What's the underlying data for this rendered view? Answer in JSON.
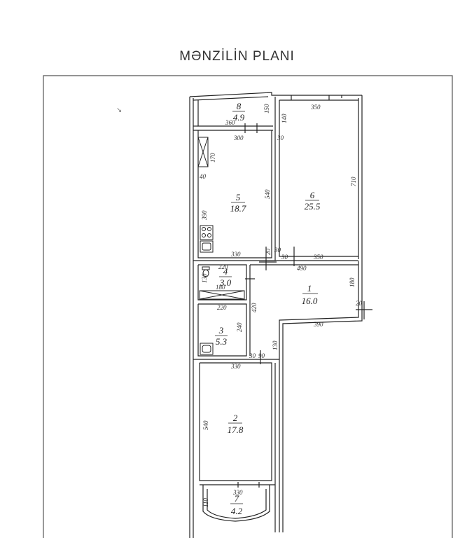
{
  "title": "MƏNZİLİN PLANI",
  "rooms": [
    {
      "number": "8",
      "area": "4.9"
    },
    {
      "number": "5",
      "area": "18.7"
    },
    {
      "number": "6",
      "area": "25.5"
    },
    {
      "number": "4",
      "area": "3.0"
    },
    {
      "number": "1",
      "area": "16.0"
    },
    {
      "number": "3",
      "area": "5.3"
    },
    {
      "number": "2",
      "area": "17.8"
    },
    {
      "number": "7",
      "area": "4.2"
    }
  ],
  "dimensions": [
    "150",
    "360",
    "300",
    "170",
    "40",
    "540",
    "390",
    "330",
    "350",
    "140",
    "30",
    "710",
    "20",
    "30",
    "30",
    "350",
    "220",
    "130",
    "180",
    "490",
    "180",
    "20",
    "220",
    "420",
    "240",
    "390",
    "130",
    "30",
    "90",
    "330",
    "540",
    "330",
    "110"
  ],
  "fixtures": {
    "stove_icon": "stove-icon",
    "sink_icon": "kitchen-sink-icon",
    "toilet_icon": "toilet-icon",
    "bathtub_icon": "bathtub-icon",
    "wardrobe_icon": "wardrobe-icon"
  }
}
